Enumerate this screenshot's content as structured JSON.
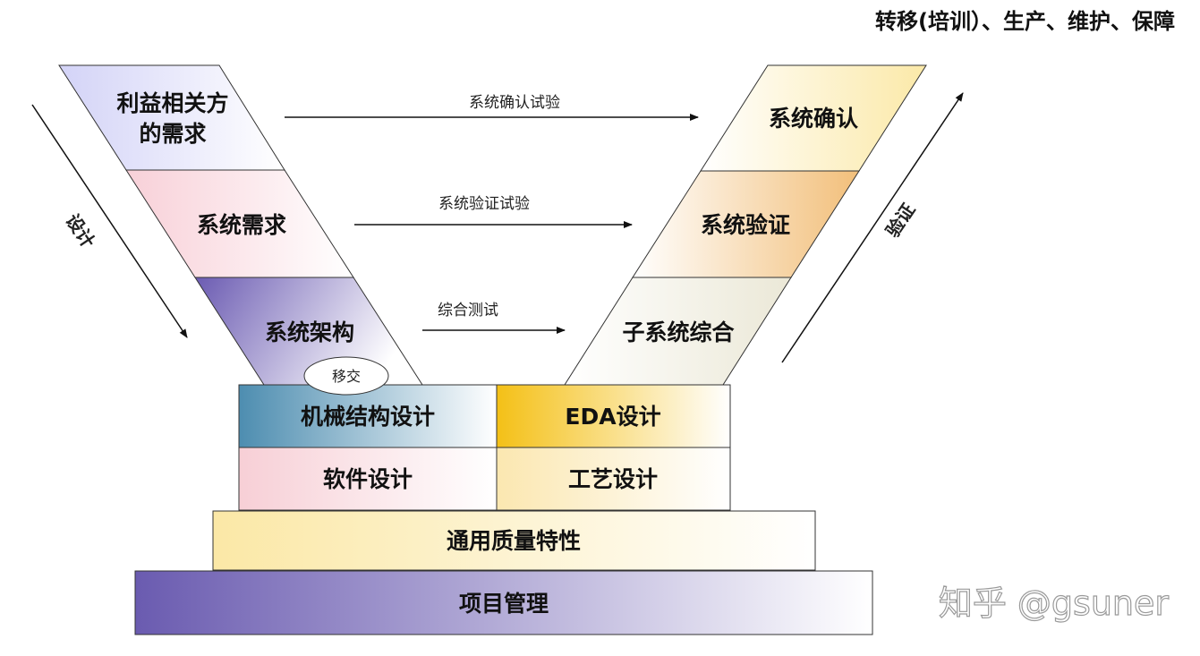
{
  "header": {
    "title": "转移(培训）、生产、维护、保障"
  },
  "left_leg": {
    "stakeholder_line1": "利益相关方",
    "stakeholder_line2": "的需求",
    "system_requirements": "系统需求",
    "system_architecture": "系统架构",
    "handoff": "移交"
  },
  "right_leg": {
    "system_validation": "系统确认",
    "system_verification": "系统验证",
    "subsystem_integration": "子系统综合"
  },
  "arrows": {
    "validation_test": "系统确认试验",
    "verification_test": "系统验证试验",
    "integration_test": "综合测试",
    "design": "设计",
    "verify": "验证"
  },
  "base": {
    "mechanical": "机械结构设计",
    "eda": "EDA设计",
    "software": "软件设计",
    "process": "工艺设计",
    "quality": "通用质量特性",
    "project": "项目管理"
  },
  "watermark": "知乎 @gsuner",
  "colors": {
    "purple": "#6e5fb3",
    "blue": "#4f8fb1",
    "gold": "#f3c21b",
    "pink": "#f8d5dc",
    "cream": "#fbeec0",
    "orange": "#f4c98c",
    "stroke": "#333333"
  }
}
